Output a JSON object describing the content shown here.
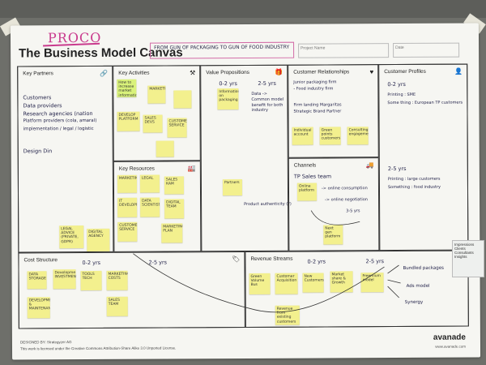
{
  "canvas": {
    "title": "The Business Model Canvas",
    "project_tag": "PROCO",
    "pink_note": "FROM GUN OF PACKAGING TO GUN OF FOOD INDUSTRY",
    "header_fields": [
      "Project Name",
      "Date"
    ]
  },
  "sections": {
    "key_partners": {
      "label": "Key Partners",
      "lines": [
        "Customers",
        "Data providers",
        "Research agencies (nation",
        "Platform providers (cola, amaral)",
        "implementation / legal / logistic",
        "Design Din"
      ]
    },
    "key_activities": {
      "label": "Key Activities"
    },
    "key_resources": {
      "label": "Key Resources"
    },
    "value_propositions": {
      "label": "Value Propositions",
      "horizon_a": "0-2 yrs",
      "horizon_b": "2-5 yrs",
      "text": "Data -> Common model benefit for both industry",
      "text_b": "Product authenticity (?)"
    },
    "customer_relationships": {
      "label": "Customer Relationships",
      "text_a": "Junior packaging firm",
      "text_b": "- Food industry firm",
      "text_c": "Firm landing Margaritas",
      "text_d": "Strategic Brand Partner"
    },
    "customer_profiles": {
      "label": "Customer Profiles",
      "horizon_a": "0-2 yrs",
      "horizon_b": "2-5 yrs",
      "text_a": "Printing : SME",
      "text_b": "Some thing : European TP customers",
      "text_c": "Printing : large customers",
      "text_d": "Something : food industry"
    },
    "channels": {
      "label": "Channels",
      "text_a": "TP Sales team",
      "text_b": "-> online consumption",
      "text_c": "-> online negotiation",
      "text_d": "3-5 yrs"
    },
    "cost_structure": {
      "label": "Cost Structure",
      "horizon_a": "0-2 yrs",
      "horizon_b": "2-5 yrs"
    },
    "revenue_streams": {
      "label": "Revenue Streams",
      "horizon_a": "0-2 yrs",
      "horizon_b": "2-5 yrs",
      "branches": [
        "Bundled packages",
        "Ads model",
        "Synergy"
      ]
    }
  },
  "notes": {
    "partners": [
      "LEGAL ADVICE (PRIVATE, GDPR)",
      "DIGITAL AGENCY"
    ],
    "activities": [
      "How to increase market information",
      "DEVELOP PLATFORM",
      "SALES DEVS",
      "CUSTOMER SERVICE",
      "MARKETING"
    ],
    "resources": [
      "MARKETING",
      "LEGAL",
      "SALES KAM",
      "IT DEVELOPMENT",
      "DATA SCIENTISTS",
      "DIGITAL TEAM",
      "CUSTOMER SERVICE",
      "MARKETING PLAN"
    ],
    "value": [
      "Information on packaging",
      "Partners"
    ],
    "relationships": [
      "Individual account",
      "Green points customers",
      "Consulting engagement"
    ],
    "channels": [
      "Online platform",
      "Next gen platform"
    ],
    "costs": [
      "DATA STORAGE",
      "Development INVESTMENT",
      "TOOLS TECH",
      "MARKETING COSTS",
      "DEVELOPMENT & MAINTENANCE",
      "SALES TEAM"
    ],
    "revenue": [
      "Green Volume Bus",
      "Customer Acquisition",
      "New Customers",
      "Market share & Growth",
      "Freemium model",
      "Revenue from existing customers"
    ]
  },
  "footer": {
    "designed_by": "DESIGNED BY: Strategyzer AG",
    "license": "This work is licensed under the Creative Commons Attribution-Share Alike 3.0 Unported License.",
    "brand": "avanade",
    "brand_sub": "www.avanade.com"
  },
  "side_note": "Impressions Clients Consultants Insights"
}
